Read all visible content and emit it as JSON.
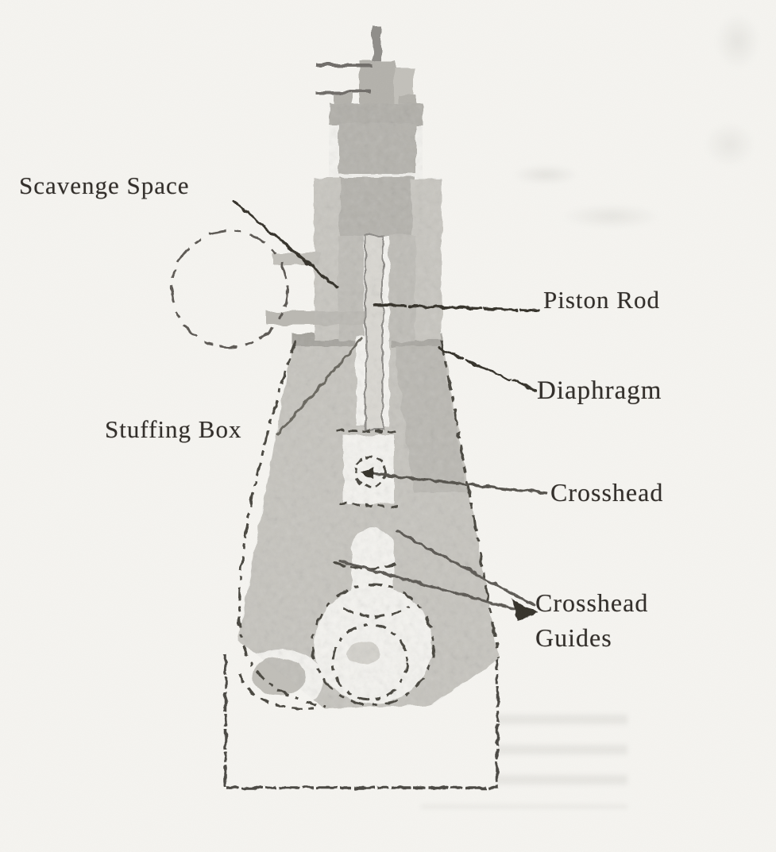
{
  "figure": {
    "labels": {
      "scavenge_space": "Scavenge Space",
      "piston_rod": "Piston Rod",
      "diaphragm": "Diaphragm",
      "stuffing_box": "Stuffing Box",
      "crosshead": "Crosshead",
      "crosshead_guides_line1": "Crosshead",
      "crosshead_guides_line2": "Guides"
    },
    "colors": {
      "paper": "#f5f4f0",
      "ink": "#332f2b",
      "outline_dark": "#4a4742",
      "machine_gray": "#c6c4be",
      "machine_gray_dark": "#b2b0aa"
    }
  }
}
